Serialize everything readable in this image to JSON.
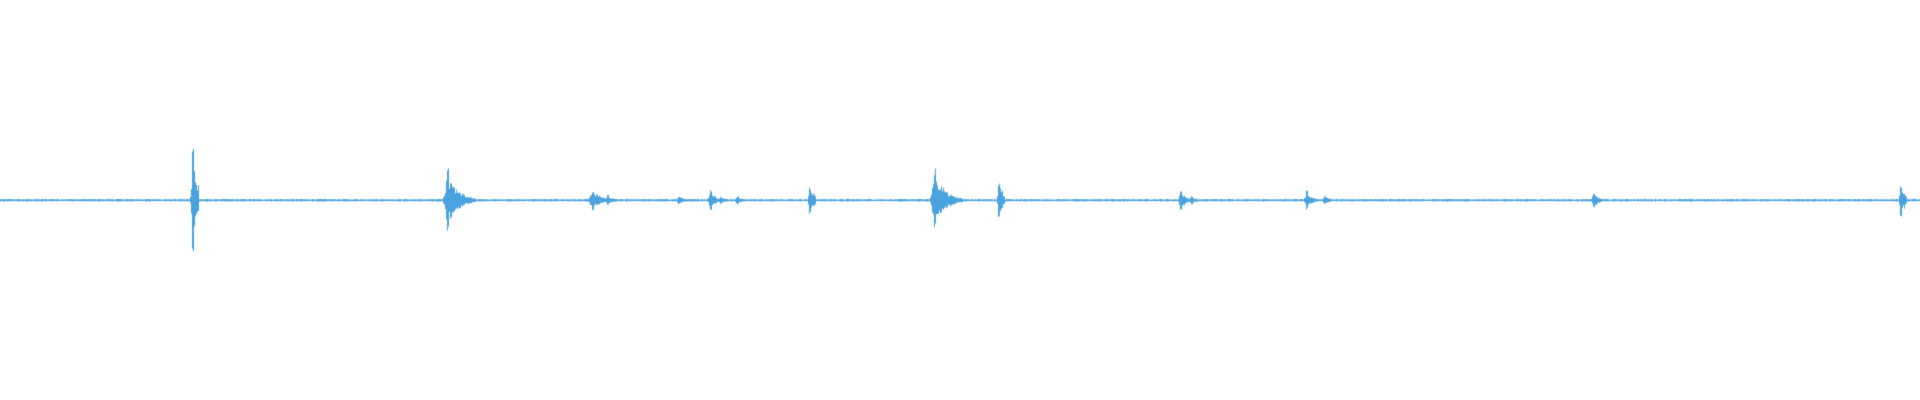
{
  "waveform": {
    "color": "#4aa3df",
    "background": "#ffffff",
    "noise_level": 0.004,
    "transients": [
      {
        "t": 0.1001,
        "peak": 0.26,
        "shape": "spike"
      },
      {
        "t": 0.233,
        "peak": 0.16,
        "shape": "burst"
      },
      {
        "t": 0.3084,
        "peak": 0.05,
        "shape": "burst"
      },
      {
        "t": 0.3162,
        "peak": 0.025,
        "shape": "cluster"
      },
      {
        "t": 0.3536,
        "peak": 0.02,
        "shape": "cluster"
      },
      {
        "t": 0.37,
        "peak": 0.05,
        "shape": "cluster"
      },
      {
        "t": 0.375,
        "peak": 0.02,
        "shape": "cluster"
      },
      {
        "t": 0.384,
        "peak": 0.02,
        "shape": "cluster"
      },
      {
        "t": 0.4215,
        "peak": 0.07,
        "shape": "spike"
      },
      {
        "t": 0.4866,
        "peak": 0.16,
        "shape": "burst"
      },
      {
        "t": 0.5201,
        "peak": 0.09,
        "shape": "spike"
      },
      {
        "t": 0.615,
        "peak": 0.05,
        "shape": "cluster"
      },
      {
        "t": 0.6205,
        "peak": 0.02,
        "shape": "cluster"
      },
      {
        "t": 0.6806,
        "peak": 0.05,
        "shape": "cluster"
      },
      {
        "t": 0.69,
        "peak": 0.02,
        "shape": "cluster"
      },
      {
        "t": 0.83,
        "peak": 0.04,
        "shape": "cluster"
      },
      {
        "t": 0.9898,
        "peak": 0.08,
        "shape": "spike"
      }
    ]
  }
}
